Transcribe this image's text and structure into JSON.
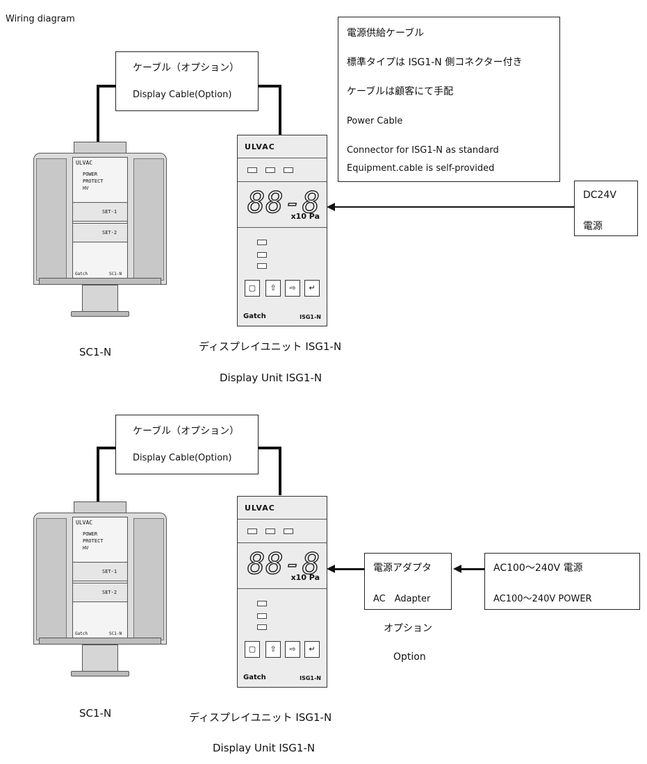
{
  "title": "Wiring diagram",
  "top": {
    "cable_box": {
      "jp": "ケーブル（オプション）",
      "en": "Display Cable(Option)"
    },
    "power_note": {
      "line1": "電源供給ケーブル",
      "line2": "標準タイプは ISG1-N 側コネクター付き",
      "line3": "ケーブルは顧客にて手配",
      "line4": "Power Cable",
      "line5": "Connector for ISG1-N as standard",
      "line6": "Equipment.cable is self-provided"
    },
    "dc_box": {
      "line1": "DC24V",
      "line2": "電源"
    },
    "gauge_label": "SC1-N",
    "display_label_jp": "ディスプレイユニット ISG1-N",
    "display_label_en": "Display Unit ISG1-N"
  },
  "bottom": {
    "cable_box": {
      "jp": "ケーブル（オプション）",
      "en": "Display Cable(Option)"
    },
    "adapter_box": {
      "jp": "電源アダプタ",
      "en": "AC　Adapter"
    },
    "adapter_option_jp": "オプション",
    "adapter_option_en": "Option",
    "ac_box": {
      "line1": "AC100～240V 電源",
      "line2": "AC100～240V  POWER"
    },
    "gauge_label": "SC1-N",
    "display_label_jp": "ディスプレイユニット ISG1-N",
    "display_label_en": "Display Unit ISG1-N"
  },
  "gauge": {
    "brand": "ULVAC",
    "leds": [
      "POWER",
      "PROTECT",
      "HV"
    ],
    "set1": "SET-1",
    "set2": "SET-2",
    "foot_left": "Gatch",
    "foot_right": "SC1-N"
  },
  "display_unit": {
    "brand": "ULVAC",
    "digits": "88-8",
    "unit": "x10 Pa",
    "foot_left": "Gatch",
    "foot_right": "ISG1-N"
  }
}
